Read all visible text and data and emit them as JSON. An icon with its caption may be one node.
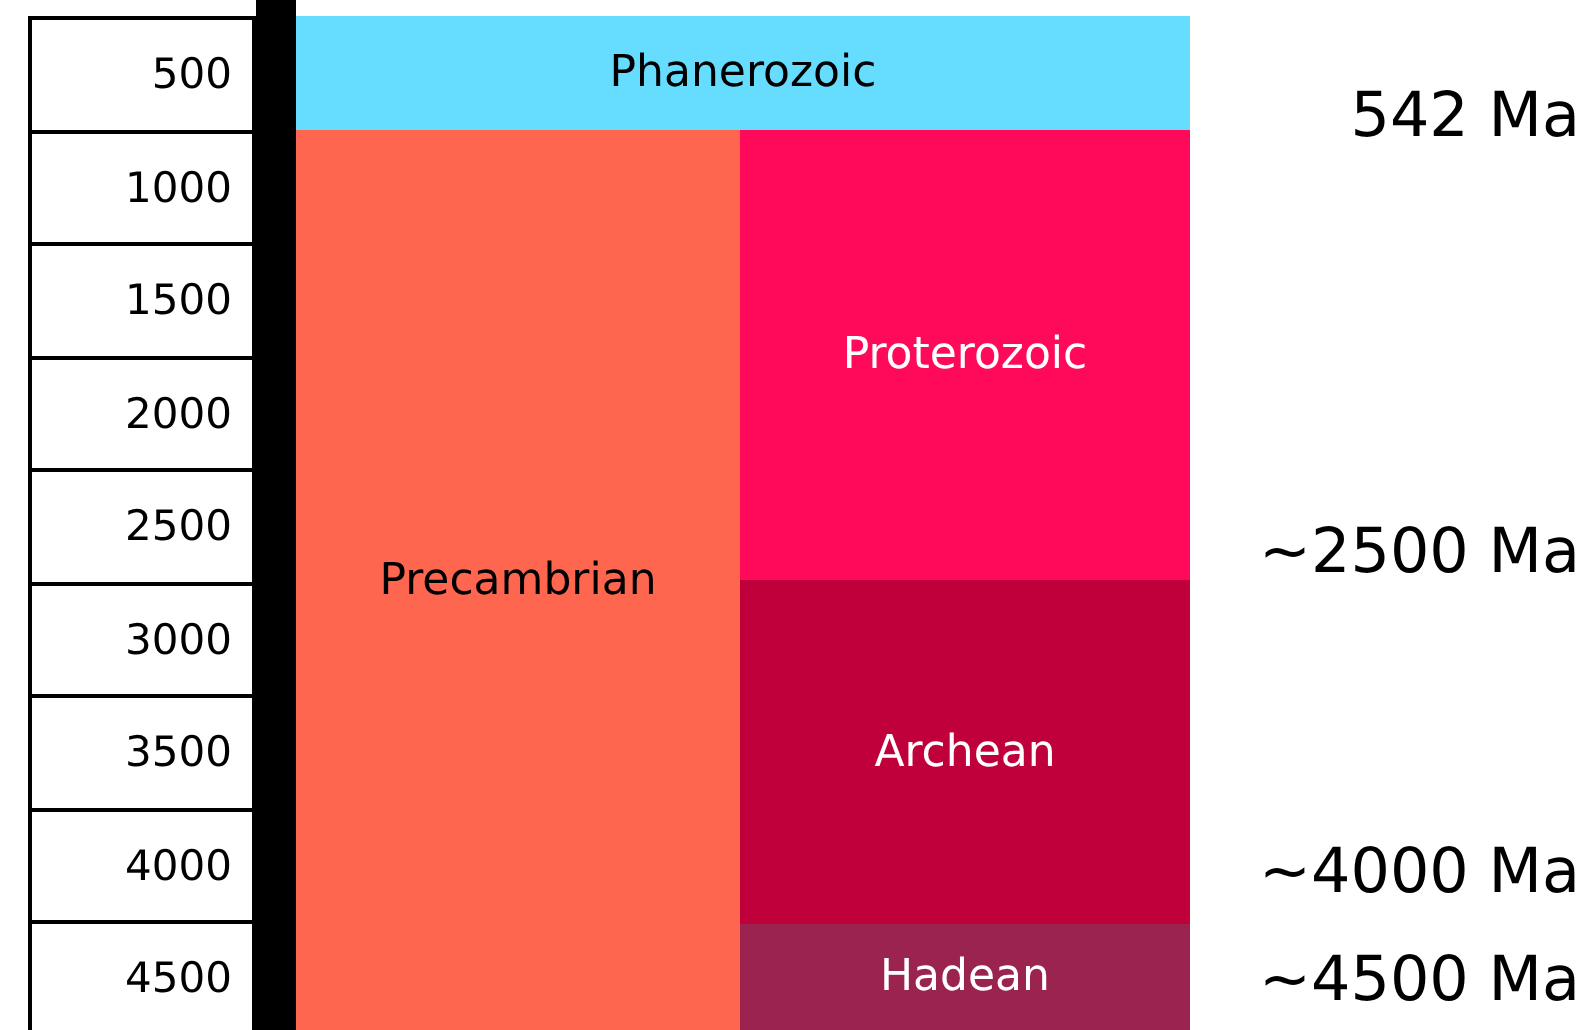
{
  "diagram": {
    "nodes": [
      {
        "text": [
          "Phanerozoic"
        ]
      },
      {
        "text": [
          "Precambrian"
        ]
      },
      {
        "text": [
          "Proterozoic"
        ]
      },
      {
        "text": [
          "Archean"
        ]
      },
      {
        "text": [
          "Hadean"
        ]
      },
      {
        "text": [],
        "shape": "bar"
      }
    ],
    "labels": [
      "500",
      "1000",
      "1500",
      "2000",
      "2500",
      "3000",
      "3500",
      "4000",
      "4500",
      "542 Ma",
      "~2500 Ma",
      "~4000 Ma",
      "~4500 Ma"
    ]
  }
}
